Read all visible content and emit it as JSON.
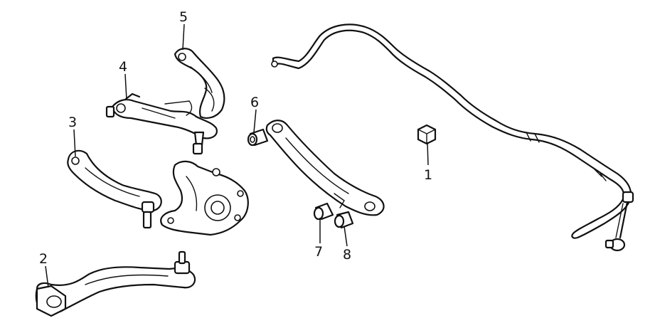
{
  "callouts": [
    {
      "id": 1,
      "text": "1"
    },
    {
      "id": 2,
      "text": "2"
    },
    {
      "id": 3,
      "text": "3"
    },
    {
      "id": 4,
      "text": "4"
    },
    {
      "id": 5,
      "text": "5"
    },
    {
      "id": 6,
      "text": "6"
    },
    {
      "id": 7,
      "text": "7"
    },
    {
      "id": 8,
      "text": "8"
    }
  ],
  "colors": {
    "line": "#111111",
    "background": "#ffffff"
  }
}
